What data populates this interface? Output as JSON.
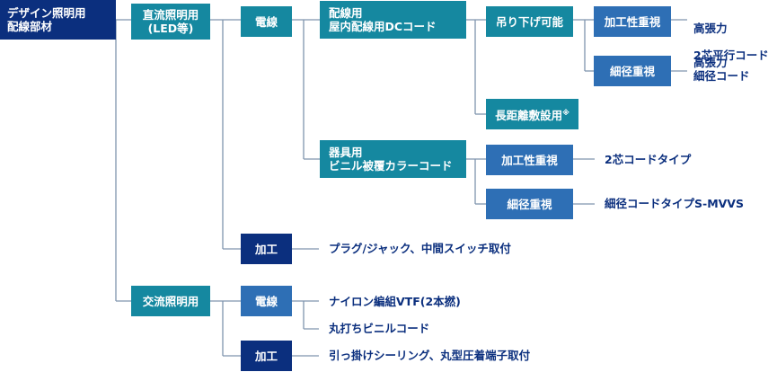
{
  "colors": {
    "navy": "#0b2f7e",
    "teal": "#1588a0",
    "steel": "#2e6fb5",
    "line": "#7f95ae",
    "text": "#0b2f7e"
  },
  "root": {
    "line1": "デザイン照明用",
    "line2": "配線部材"
  },
  "dc": {
    "line1": "直流照明用",
    "line2": "(LED等)"
  },
  "dc_wire": "電線",
  "dc_wiring": {
    "line1": "配線用",
    "line2": "屋内配線用DCコード"
  },
  "hang": "吊り下げ可能",
  "hang_work": "加工性重視",
  "hang_work_result": {
    "line1": "高張力",
    "line2": "2芯平行コード"
  },
  "hang_thin": "細径重視",
  "hang_thin_result": {
    "line1": "高張力",
    "line2": "細径コード"
  },
  "long": "長距離敷設用",
  "long_mark": "※",
  "dc_device": {
    "line1": "器具用",
    "line2": "ビニル被覆カラーコード"
  },
  "dev_work": "加工性重視",
  "dev_work_result": "2芯コードタイプ",
  "dev_thin": "細径重視",
  "dev_thin_result": "細径コードタイプS-MVVS",
  "dc_process": "加工",
  "dc_process_result": "プラグ/ジャック、中間スイッチ取付",
  "ac": "交流照明用",
  "ac_wire": "電線",
  "ac_wire_result1": "ナイロン編組VTF(2本撚)",
  "ac_wire_result2": "丸打ちビニルコード",
  "ac_process": "加工",
  "ac_process_result": "引っ掛けシーリング、丸型圧着端子取付"
}
